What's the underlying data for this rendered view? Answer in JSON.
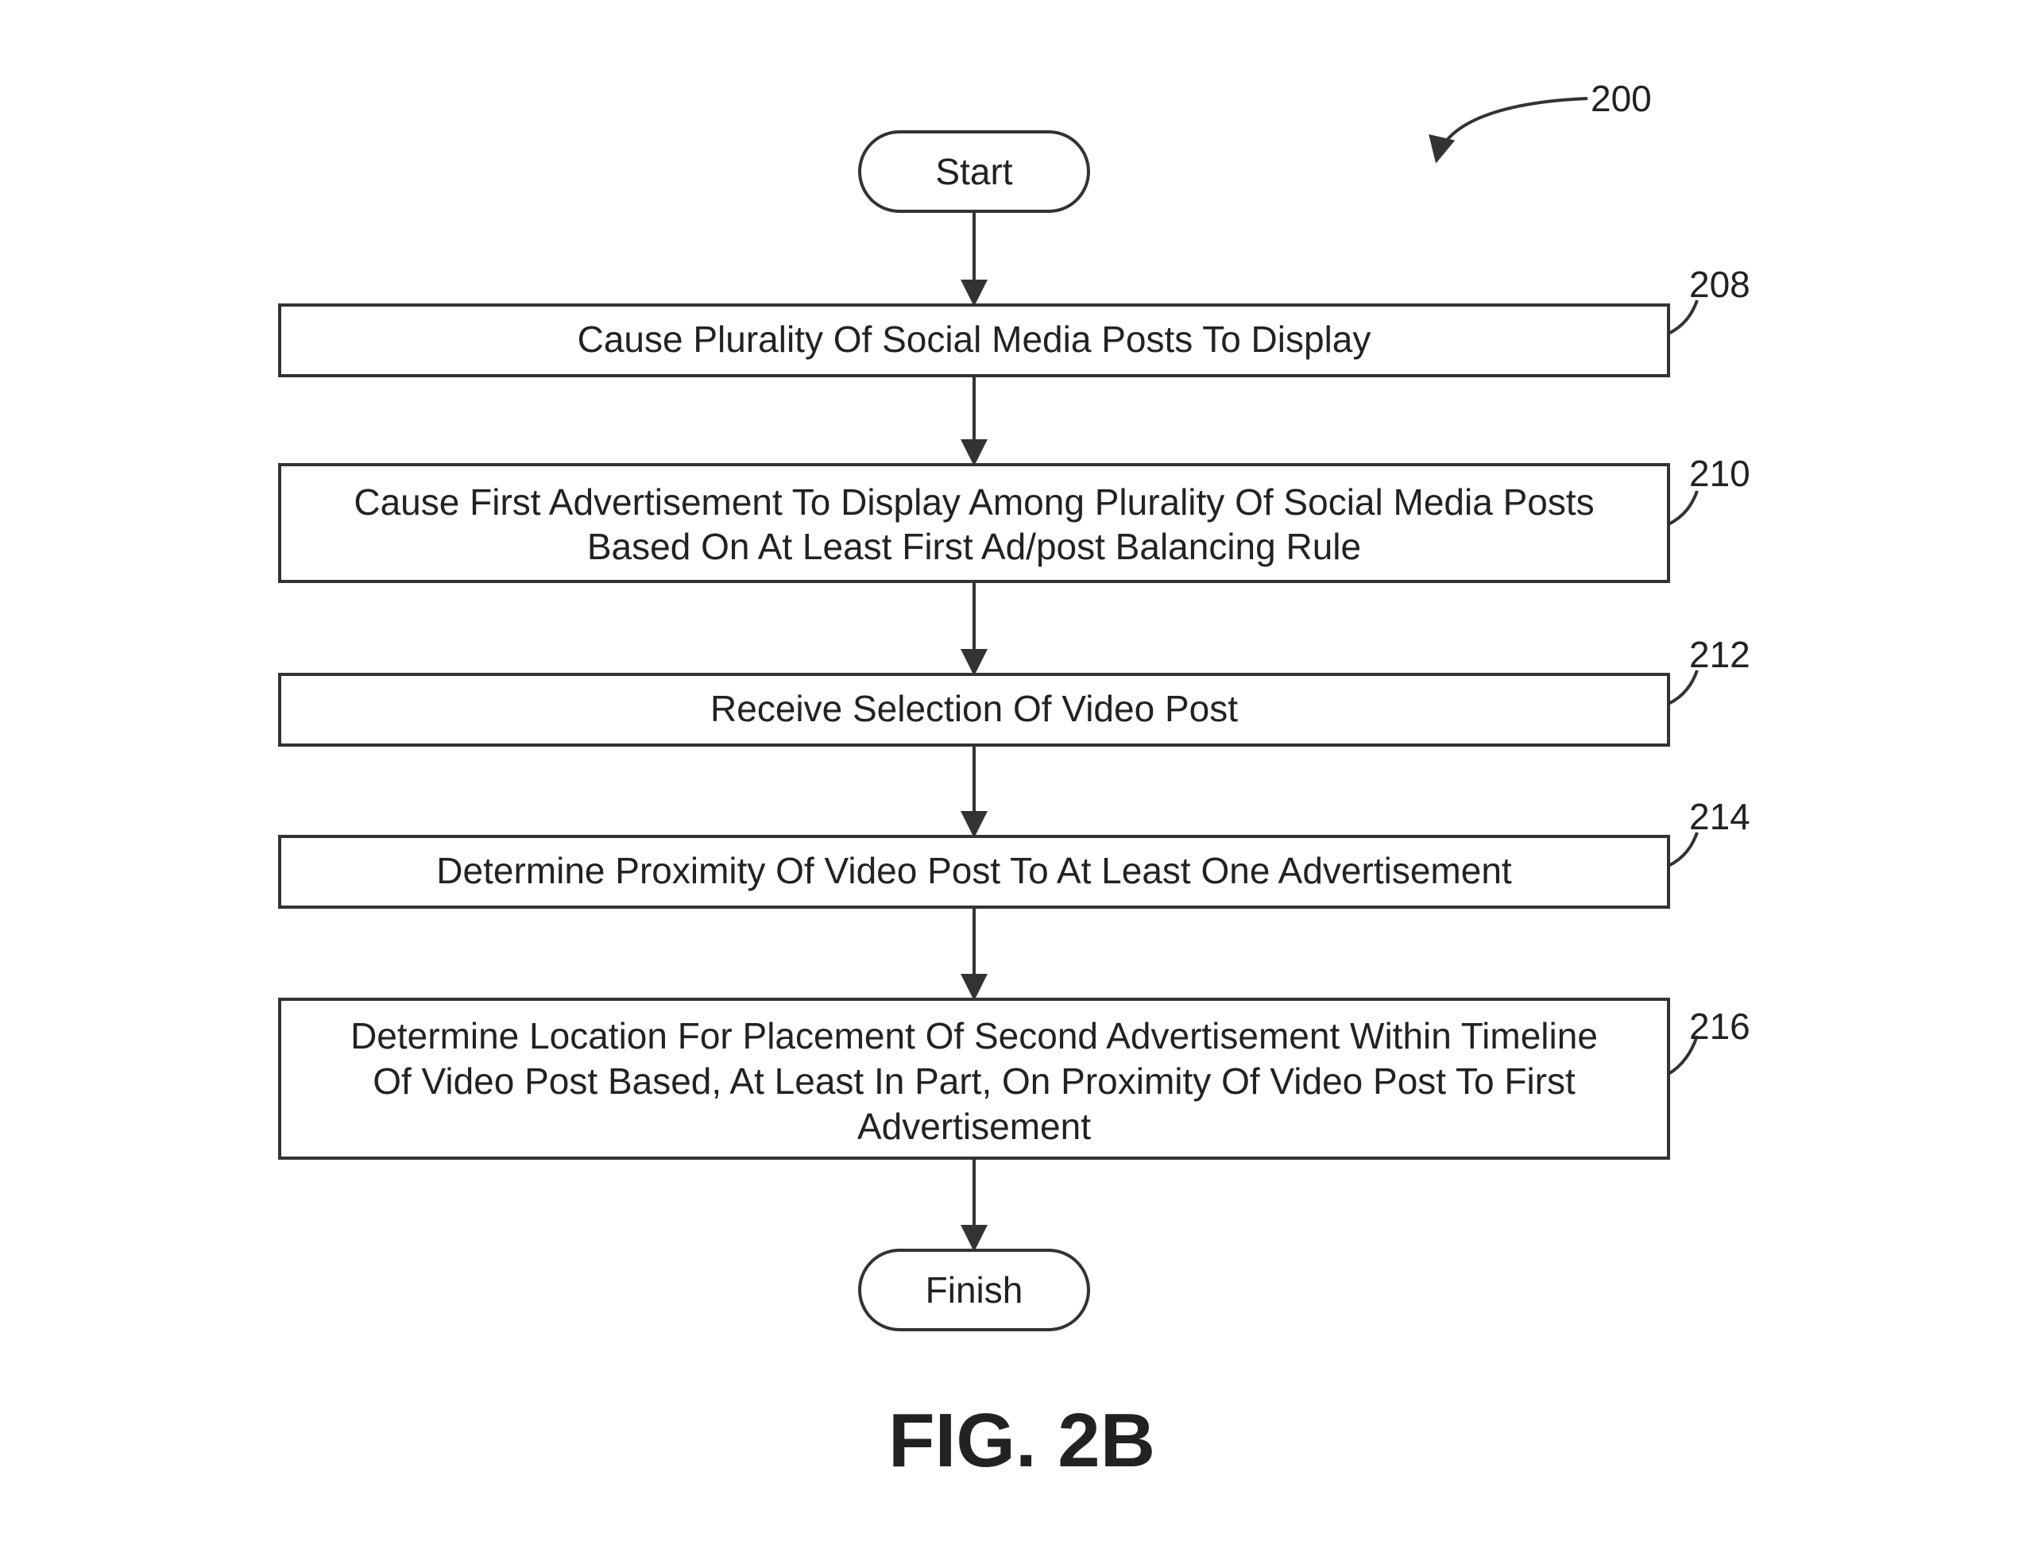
{
  "diagram": {
    "reference": "200",
    "start_label": "Start",
    "finish_label": "Finish",
    "steps": [
      {
        "ref": "208",
        "lines": [
          "Cause Plurality Of Social Media Posts To Display"
        ]
      },
      {
        "ref": "210",
        "lines": [
          "Cause First Advertisement To Display Among Plurality Of Social Media Posts",
          "Based On At Least First Ad/post Balancing Rule"
        ]
      },
      {
        "ref": "212",
        "lines": [
          "Receive Selection Of Video Post"
        ]
      },
      {
        "ref": "214",
        "lines": [
          "Determine Proximity Of Video Post To At Least One Advertisement"
        ]
      },
      {
        "ref": "216",
        "lines": [
          "Determine Location For Placement Of Second Advertisement Within Timeline",
          "Of Video Post Based, At Least In Part, On Proximity Of Video Post To First",
          "Advertisement"
        ]
      }
    ],
    "figure_label": "FIG. 2B"
  }
}
